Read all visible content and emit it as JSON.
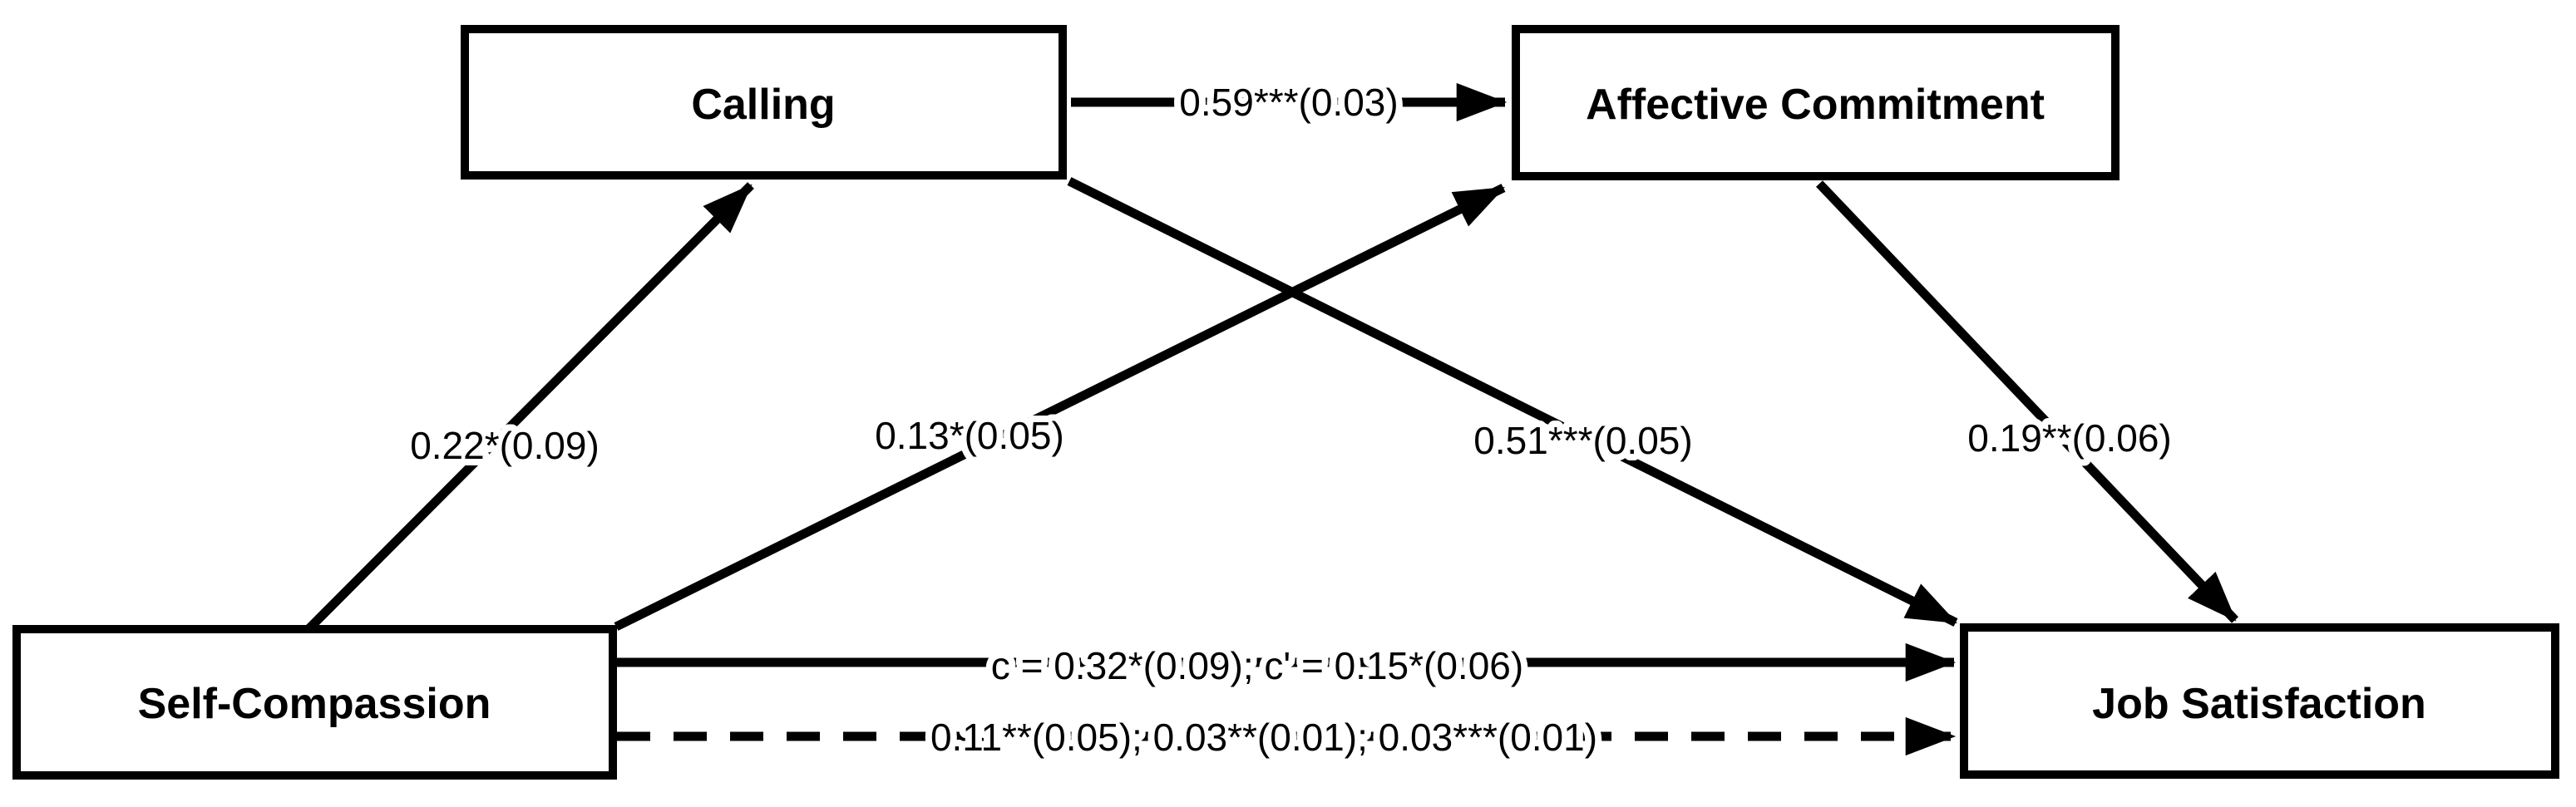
{
  "diagram": {
    "type": "mediation-path-model",
    "colors": {
      "line": "#000000",
      "text": "#000000",
      "box_border": "#000000",
      "box_fill": "#ffffff",
      "background": "#ffffff"
    },
    "nodes": {
      "calling": {
        "label": "Calling"
      },
      "affective_commitment": {
        "label": "Affective Commitment"
      },
      "self_compassion": {
        "label": "Self-Compassion"
      },
      "job_satisfaction": {
        "label": "Job Satisfaction"
      }
    },
    "paths": {
      "calling_to_affective_commitment": {
        "from": "Calling",
        "to": "Affective Commitment",
        "label": "0.59***(0.03)",
        "line": "solid"
      },
      "self_compassion_to_calling": {
        "from": "Self-Compassion",
        "to": "Calling",
        "label": "0.22*(0.09)",
        "line": "solid"
      },
      "self_compassion_to_affective_commitment": {
        "from": "Self-Compassion",
        "to": "Affective Commitment",
        "label": "0.13*(0.05)",
        "line": "solid"
      },
      "calling_to_job_satisfaction": {
        "from": "Calling",
        "to": "Job Satisfaction",
        "label": "0.51***(0.05)",
        "line": "solid"
      },
      "affective_commitment_to_job_satisfaction": {
        "from": "Affective Commitment",
        "to": "Job Satisfaction",
        "label": "0.19**(0.06)",
        "line": "solid"
      },
      "self_compassion_to_job_satisfaction_direct": {
        "from": "Self-Compassion",
        "to": "Job Satisfaction",
        "label": "c = 0.32*(0.09); c' = 0.15*(0.06)",
        "line": "solid"
      },
      "self_compassion_to_job_satisfaction_indirect": {
        "from": "Self-Compassion",
        "to": "Job Satisfaction",
        "label": "0.11**(0.05); 0.03**(0.01); 0.03***(0.01)",
        "line": "dashed"
      }
    }
  }
}
